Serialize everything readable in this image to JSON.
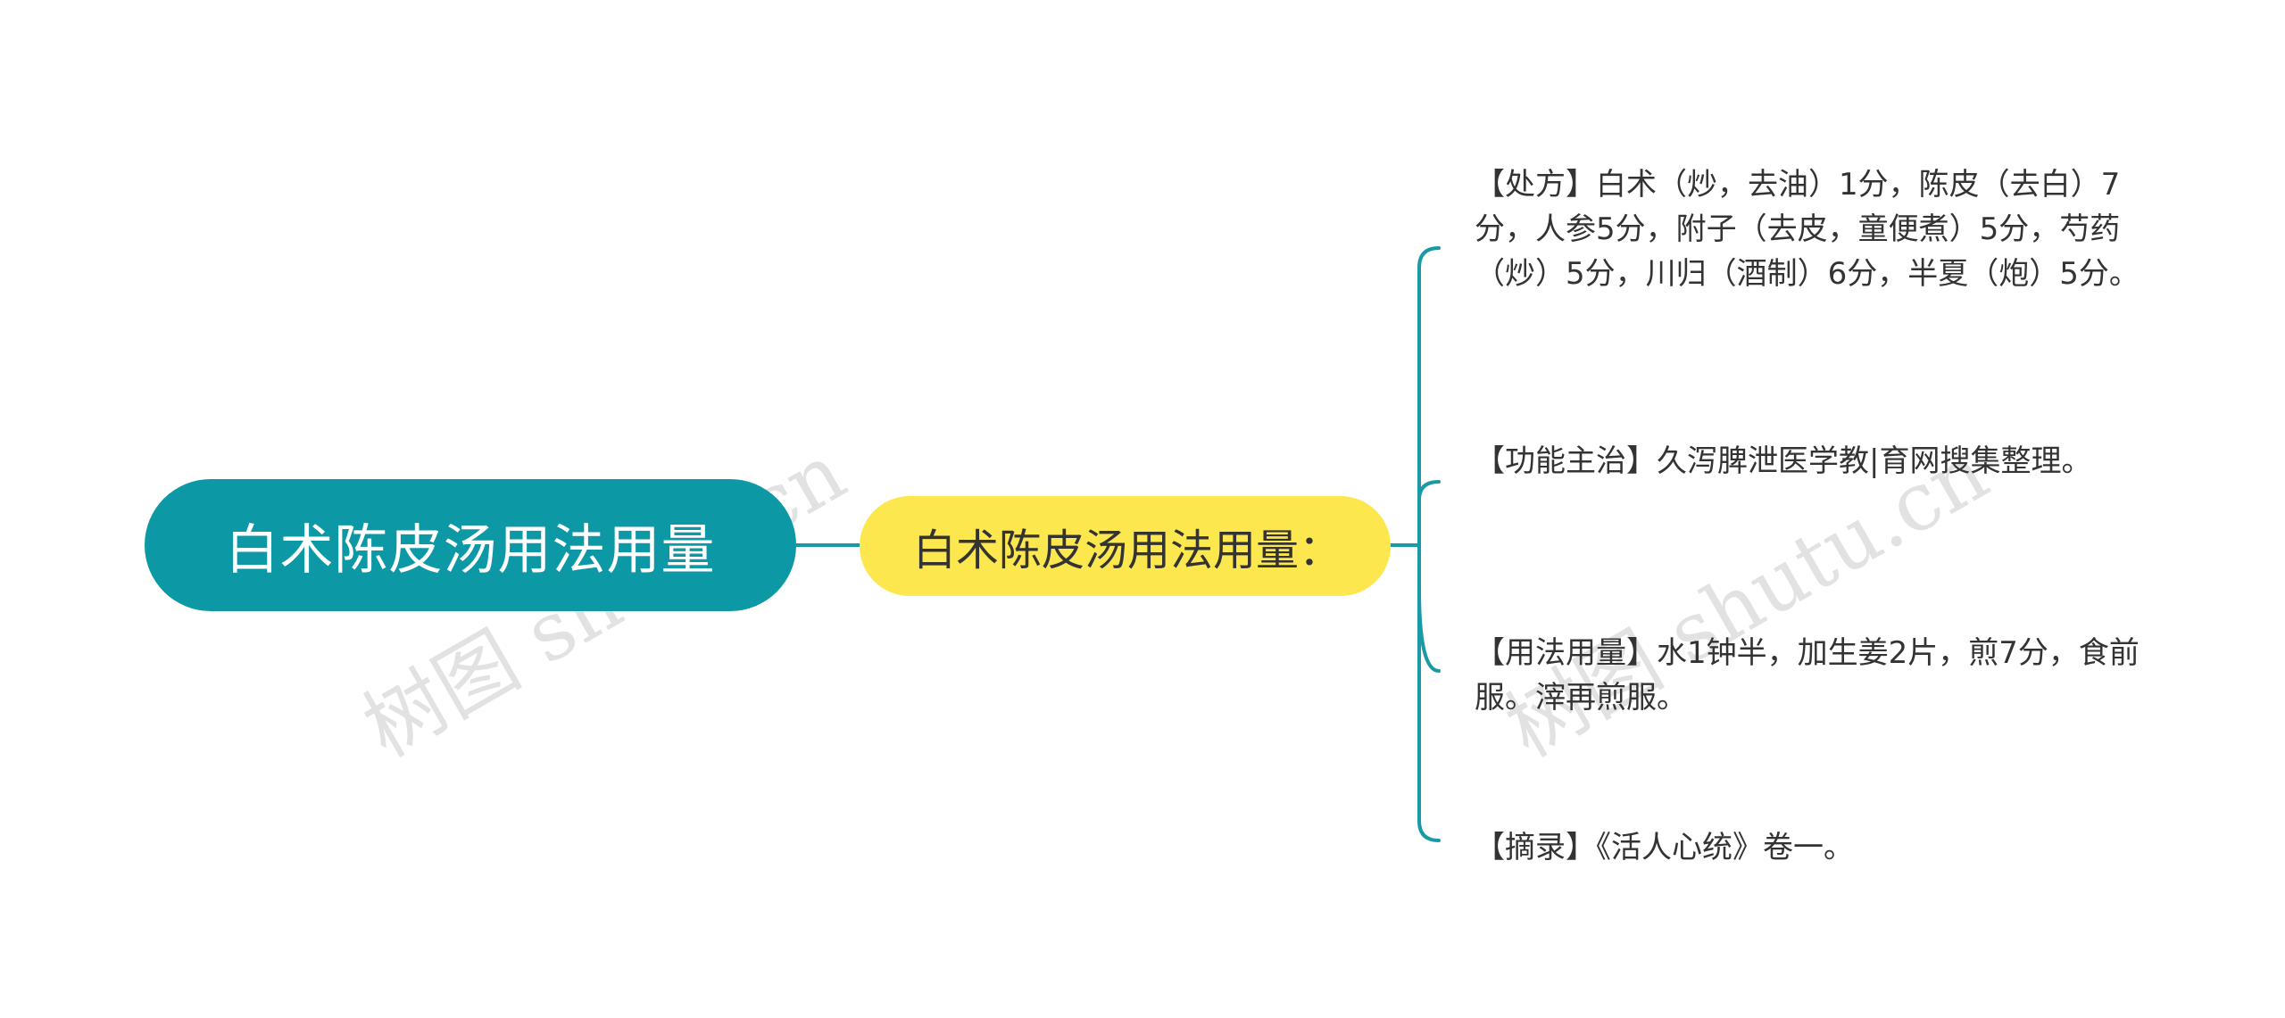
{
  "colors": {
    "root_fill": "#0d98a5",
    "mid_fill": "#fce74f",
    "connector": "#1a9aa6",
    "text_dark": "#333333",
    "root_text": "#ffffff"
  },
  "root": {
    "label": "白术陈皮汤用法用量"
  },
  "branch": {
    "label": "白术陈皮汤用法用量："
  },
  "leaves": [
    {
      "text": "【处方】白术（炒，去油）1分，陈皮（去白）7分，人参5分，附子（去皮，童便煮）5分，芍药（炒）5分，川归（酒制）6分，半夏（炮）5分。"
    },
    {
      "text": "【功能主治】久泻脾泄医学教|育网搜集整理。"
    },
    {
      "text": "【用法用量】水1钟半，加生姜2片，煎7分，食前服。滓再煎服。"
    },
    {
      "text": "【摘录】《活人心统》卷一。"
    }
  ],
  "watermark": {
    "text": "树图 shutu.cn"
  }
}
